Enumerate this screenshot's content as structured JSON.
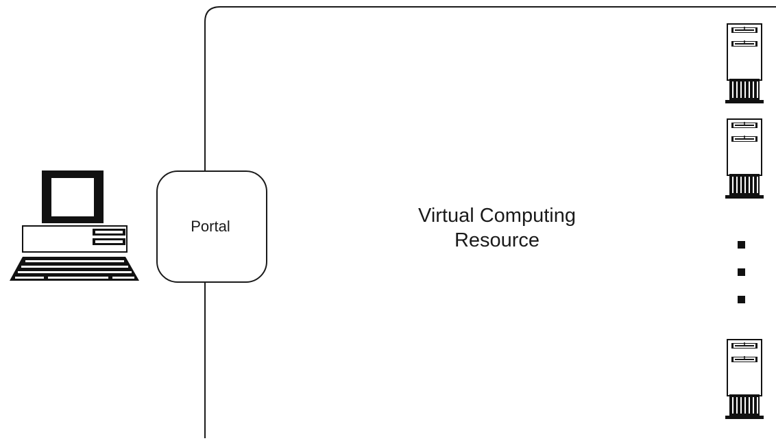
{
  "diagram": {
    "portal": {
      "label": "Portal",
      "icon": "portal-box"
    },
    "resource": {
      "label_line1": "Virtual Computing",
      "label_line2": "Resource",
      "icon": "rounded-region"
    },
    "client": {
      "icon": "desktop-computer-icon"
    },
    "servers": [
      {
        "icon": "server-tower-icon"
      },
      {
        "icon": "server-tower-icon"
      },
      {
        "icon": "server-tower-icon"
      }
    ],
    "ellipsis": {
      "icon": "vertical-ellipsis-dots",
      "count": 3
    },
    "colors": {
      "line": "#1a1a1a",
      "background": "#ffffff"
    }
  }
}
